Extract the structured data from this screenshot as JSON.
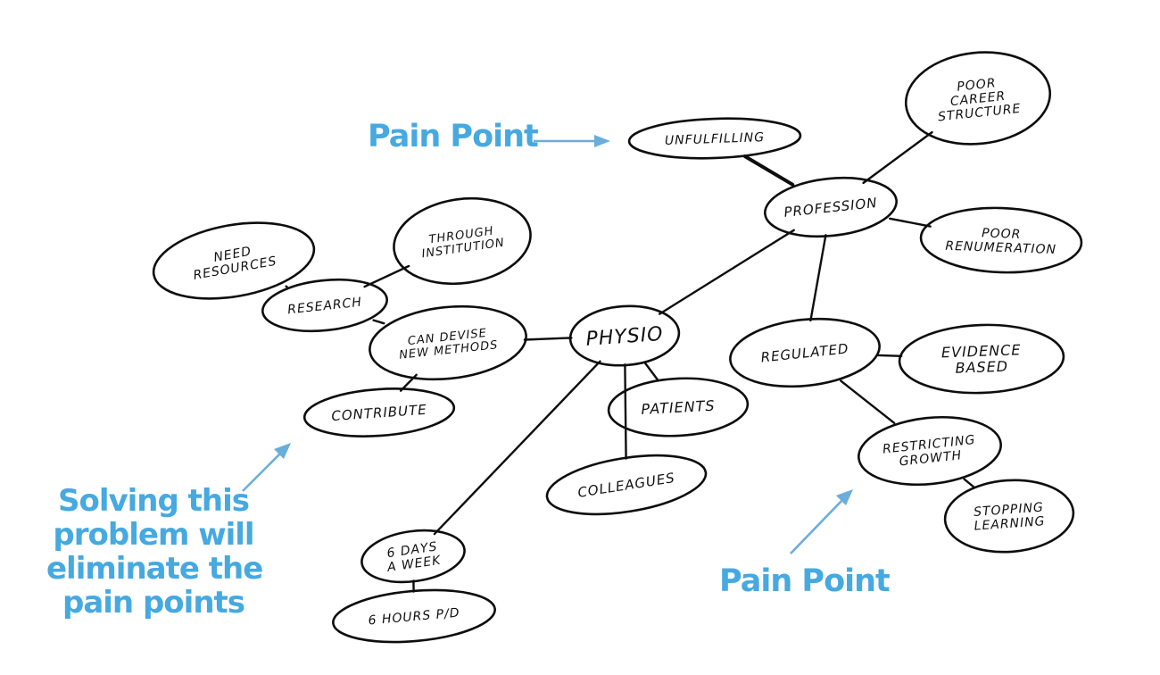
{
  "diagram": {
    "type": "mind-map",
    "central_node": "physio",
    "nodes": [
      {
        "id": "physio",
        "lines": [
          "PHYSIO"
        ]
      },
      {
        "id": "profession",
        "lines": [
          "PROFESSION"
        ]
      },
      {
        "id": "unfulfilling",
        "lines": [
          "UNFULFILLING"
        ]
      },
      {
        "id": "poor-career-structure",
        "lines": [
          "POOR",
          "CAREER",
          "STRUCTURE"
        ]
      },
      {
        "id": "poor-renumeration",
        "lines": [
          "POOR",
          "RENUMERATION"
        ]
      },
      {
        "id": "regulated",
        "lines": [
          "REGULATED"
        ]
      },
      {
        "id": "evidence-based",
        "lines": [
          "EVIDENCE",
          "BASED"
        ]
      },
      {
        "id": "restricting-growth",
        "lines": [
          "RESTRICTING",
          "GROWTH"
        ]
      },
      {
        "id": "stopping-learning",
        "lines": [
          "STOPPING",
          "LEARNING"
        ]
      },
      {
        "id": "patients",
        "lines": [
          "PATIENTS"
        ]
      },
      {
        "id": "colleagues",
        "lines": [
          "COLLEAGUES"
        ]
      },
      {
        "id": "6-days-a-week",
        "lines": [
          "6 DAYS",
          "A WEEK"
        ]
      },
      {
        "id": "6-hours-pd",
        "lines": [
          "6 HOURS P/D"
        ]
      },
      {
        "id": "can-devise-new-methods",
        "lines": [
          "CAN DEVISE",
          "NEW METHODS"
        ]
      },
      {
        "id": "research",
        "lines": [
          "RESEARCH"
        ]
      },
      {
        "id": "need-resources",
        "lines": [
          "NEED",
          "RESOURCES"
        ]
      },
      {
        "id": "through-institution",
        "lines": [
          "THROUGH",
          "INSTITUTION"
        ]
      },
      {
        "id": "contribute",
        "lines": [
          "CONTRIBUTE"
        ]
      }
    ],
    "edges": [
      [
        "physio",
        "profession"
      ],
      [
        "profession",
        "unfulfilling"
      ],
      [
        "profession",
        "poor-career-structure"
      ],
      [
        "profession",
        "poor-renumeration"
      ],
      [
        "profession",
        "regulated"
      ],
      [
        "regulated",
        "evidence-based"
      ],
      [
        "regulated",
        "restricting-growth"
      ],
      [
        "restricting-growth",
        "stopping-learning"
      ],
      [
        "physio",
        "patients"
      ],
      [
        "physio",
        "colleagues"
      ],
      [
        "physio",
        "6-days-a-week"
      ],
      [
        "6-days-a-week",
        "6-hours-pd"
      ],
      [
        "physio",
        "can-devise-new-methods"
      ],
      [
        "can-devise-new-methods",
        "research"
      ],
      [
        "can-devise-new-methods",
        "contribute"
      ],
      [
        "research",
        "need-resources"
      ],
      [
        "research",
        "through-institution"
      ]
    ]
  },
  "annotations": {
    "pain_point_top": {
      "label": "Pain Point",
      "points_to": "unfulfilling"
    },
    "pain_point_bottom": {
      "label": "Pain Point",
      "points_to": "restricting-growth"
    },
    "solving": {
      "lines": [
        "Solving this",
        "problem will",
        "eliminate the",
        "pain points"
      ],
      "points_to": "contribute"
    }
  },
  "colors": {
    "ink": "#0d0d0d",
    "annotation_text": "#46a9e0",
    "annotation_arrow": "#6aaedb",
    "background": "#ffffff"
  }
}
